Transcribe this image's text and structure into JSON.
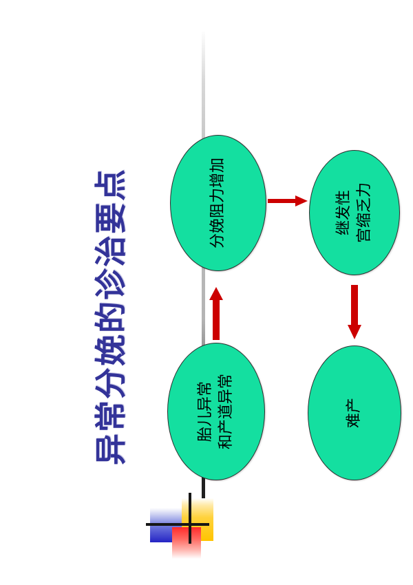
{
  "slide": {
    "title": "异常分娩的诊治要点",
    "title_color": "#333399",
    "background_color": "#ffffff"
  },
  "colors": {
    "node_fill": "#14DFA0",
    "node_border": "#2e2e2e",
    "arrow": "#CC0000",
    "spine_top": "#b4b4b4",
    "spine_bottom": "#1c1c1c",
    "logo_blue": "#2424c4",
    "logo_yellow": "#ffc400",
    "logo_red": "#ff2b2b",
    "logo_bar": "#161616"
  },
  "diagram": {
    "type": "flowchart",
    "nodes": [
      {
        "id": "resistance",
        "lines": [
          "分娩阻力增加"
        ],
        "shape": "ellipse",
        "position": "top-left"
      },
      {
        "id": "inertia",
        "lines": [
          "继发性",
          "宫缩乏力"
        ],
        "shape": "ellipse",
        "position": "top-right"
      },
      {
        "id": "fetal",
        "lines": [
          "胎儿异常",
          "和产道异常"
        ],
        "shape": "ellipse",
        "position": "bottom-left"
      },
      {
        "id": "dystocia",
        "lines": [
          "难产"
        ],
        "shape": "ellipse",
        "position": "bottom-right"
      }
    ],
    "arrows": [
      {
        "id": "fetal-to-resistance",
        "direction": "up",
        "from": "fetal",
        "to": "resistance"
      },
      {
        "id": "resistance-to-inertia",
        "direction": "right",
        "from": "resistance",
        "to": "inertia"
      },
      {
        "id": "inertia-to-dystocia",
        "direction": "down",
        "from": "inertia",
        "to": "dystocia"
      }
    ]
  },
  "logo": {
    "name": "decorative-logo",
    "parts": [
      "blue-square",
      "yellow-square",
      "red-square",
      "horizontal-bar",
      "vertical-bar"
    ]
  }
}
